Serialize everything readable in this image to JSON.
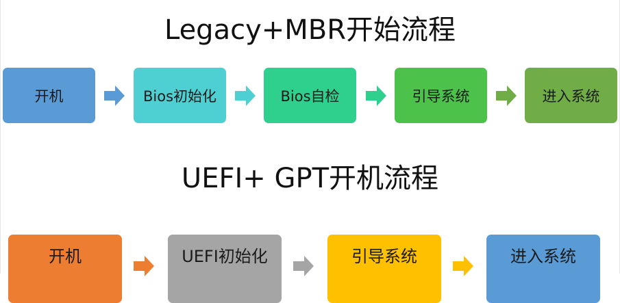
{
  "legacy": {
    "title": "Legacy+MBR开始流程",
    "steps": [
      {
        "label": "开机",
        "color": "#5b9bd5"
      },
      {
        "label": "Bios初始化",
        "color": "#4ecfd2"
      },
      {
        "label": "Bios自检",
        "color": "#2fcf8e"
      },
      {
        "label": "引导系统",
        "color": "#4cc24a"
      },
      {
        "label": "进入系统",
        "color": "#70ad47"
      }
    ],
    "arrow_colors": [
      "#5b9bd5",
      "#4ecfd2",
      "#2fcf8e",
      "#70ad47"
    ]
  },
  "uefi": {
    "title": "UEFI+ GPT开机流程",
    "steps": [
      {
        "label": "开机",
        "color": "#ed7d31"
      },
      {
        "label": "UEFI初始化",
        "color": "#a5a5a5"
      },
      {
        "label": "引导系统",
        "color": "#ffc000"
      },
      {
        "label": "进入系统",
        "color": "#5b9bd5"
      }
    ],
    "arrow_colors": [
      "#ed7d31",
      "#a5a5a5",
      "#ffc000"
    ]
  }
}
